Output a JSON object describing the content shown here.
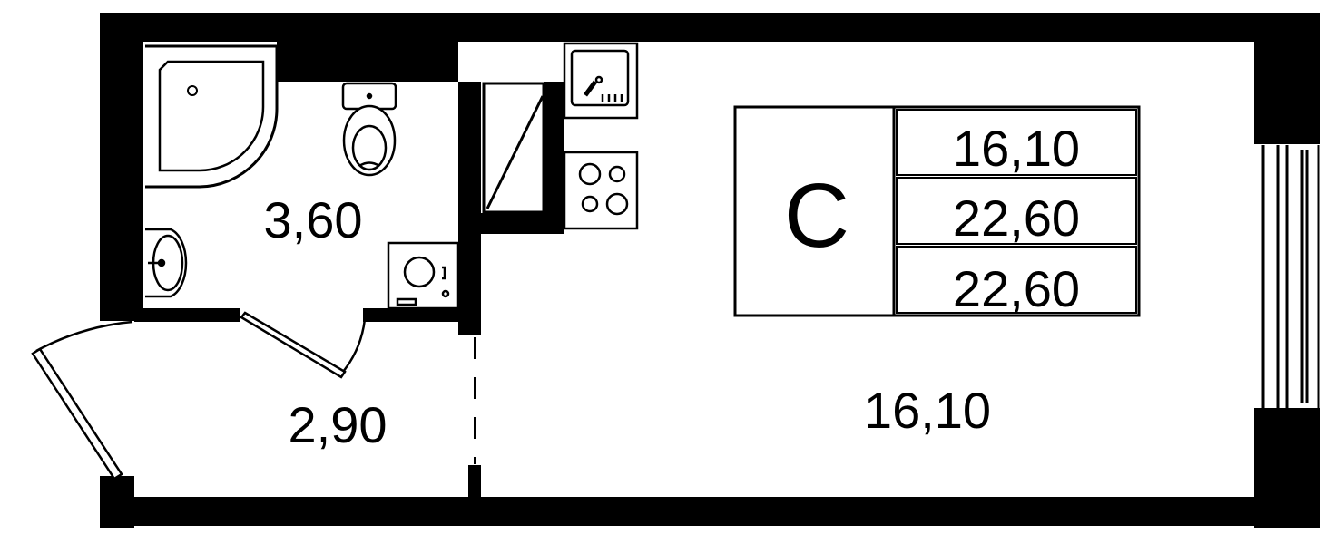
{
  "rooms": {
    "bathroom_area": "3,60",
    "hallway_area": "2,90",
    "living_area": "16,10"
  },
  "summary_table": {
    "type_label": "С",
    "living_area": "16,10",
    "total_area": "22,60",
    "total_area_with_balcony": "22,60"
  },
  "colors": {
    "wall": "#000000",
    "background": "#ffffff"
  }
}
